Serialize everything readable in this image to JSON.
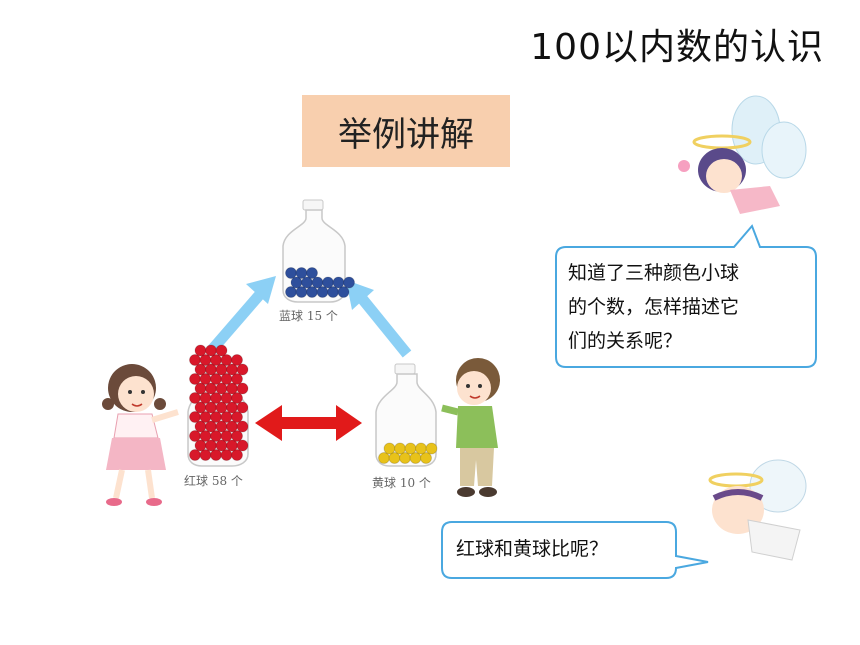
{
  "header": {
    "title": "100以内数的认识"
  },
  "section": {
    "label": "举例讲解"
  },
  "jars": [
    {
      "label": "蓝球 15 个",
      "color": "#2e4f9c",
      "count": 15
    },
    {
      "label": "红球 58 个",
      "color": "#d8182a",
      "count": 58
    },
    {
      "label": "黄球 10 个",
      "color": "#e8c21a",
      "count": 10
    }
  ],
  "bubbles": {
    "top": {
      "lines": [
        "知道了三种颜色小球",
        "的个数，怎样描述它",
        "们的关系呢？"
      ]
    },
    "bottom": {
      "text": "红球和黄球比呢？"
    }
  },
  "colors": {
    "label_bg": "#f8cfae",
    "bubble_border": "#4aa8e0",
    "up_arrow": "#8cd0f5",
    "double_arrow": "#e11a1a"
  }
}
